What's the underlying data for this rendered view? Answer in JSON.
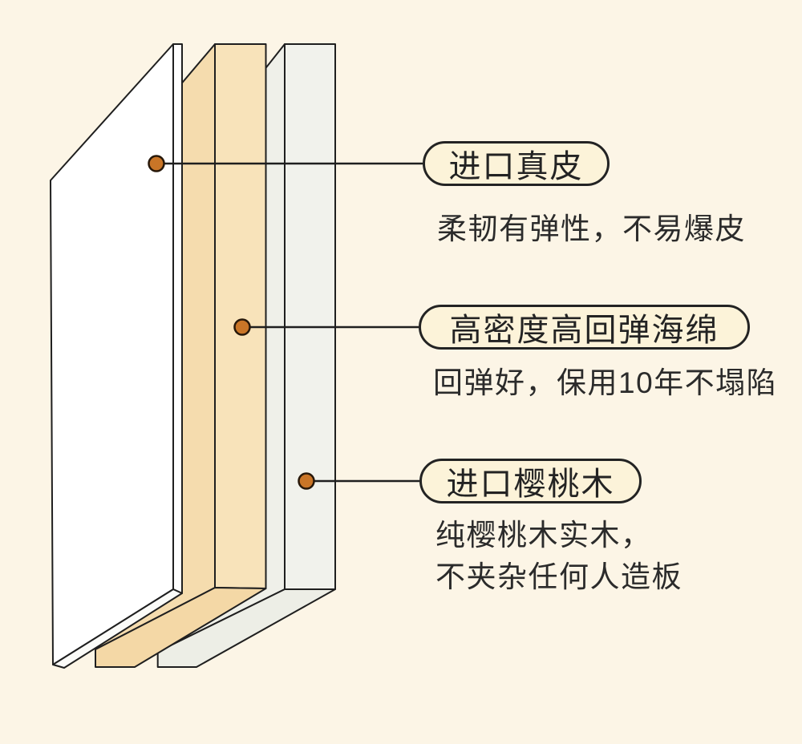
{
  "colors": {
    "background": "#fcf5e6",
    "ink": "#1f1f1f",
    "callout_dot": "#c97527",
    "pill_background": "#fcf3d9",
    "pill_border": "#232323",
    "description_text": "#2b2b2b",
    "leather_face": "#ffffff",
    "leather_edge": "#fefefe",
    "leather_bottom": "#fbfbf8",
    "sponge_face": "#f5dcae",
    "sponge_edge": "#f8e3ba",
    "sponge_bottom": "#f4d8a6",
    "wood_face": "#eff0e9",
    "wood_edge": "#f1f2ec",
    "wood_bottom": "#edeee6"
  },
  "annotations": [
    {
      "label": "进口真皮",
      "desc_lines": [
        "柔韧有弹性，不易爆皮"
      ]
    },
    {
      "label": "高密度高回弹海绵",
      "desc_lines": [
        "回弹好，保用10年不塌陷"
      ]
    },
    {
      "label": "进口樱桃木",
      "desc_lines": [
        "纯樱桃木实木，",
        "不夹杂任何人造板"
      ]
    }
  ]
}
